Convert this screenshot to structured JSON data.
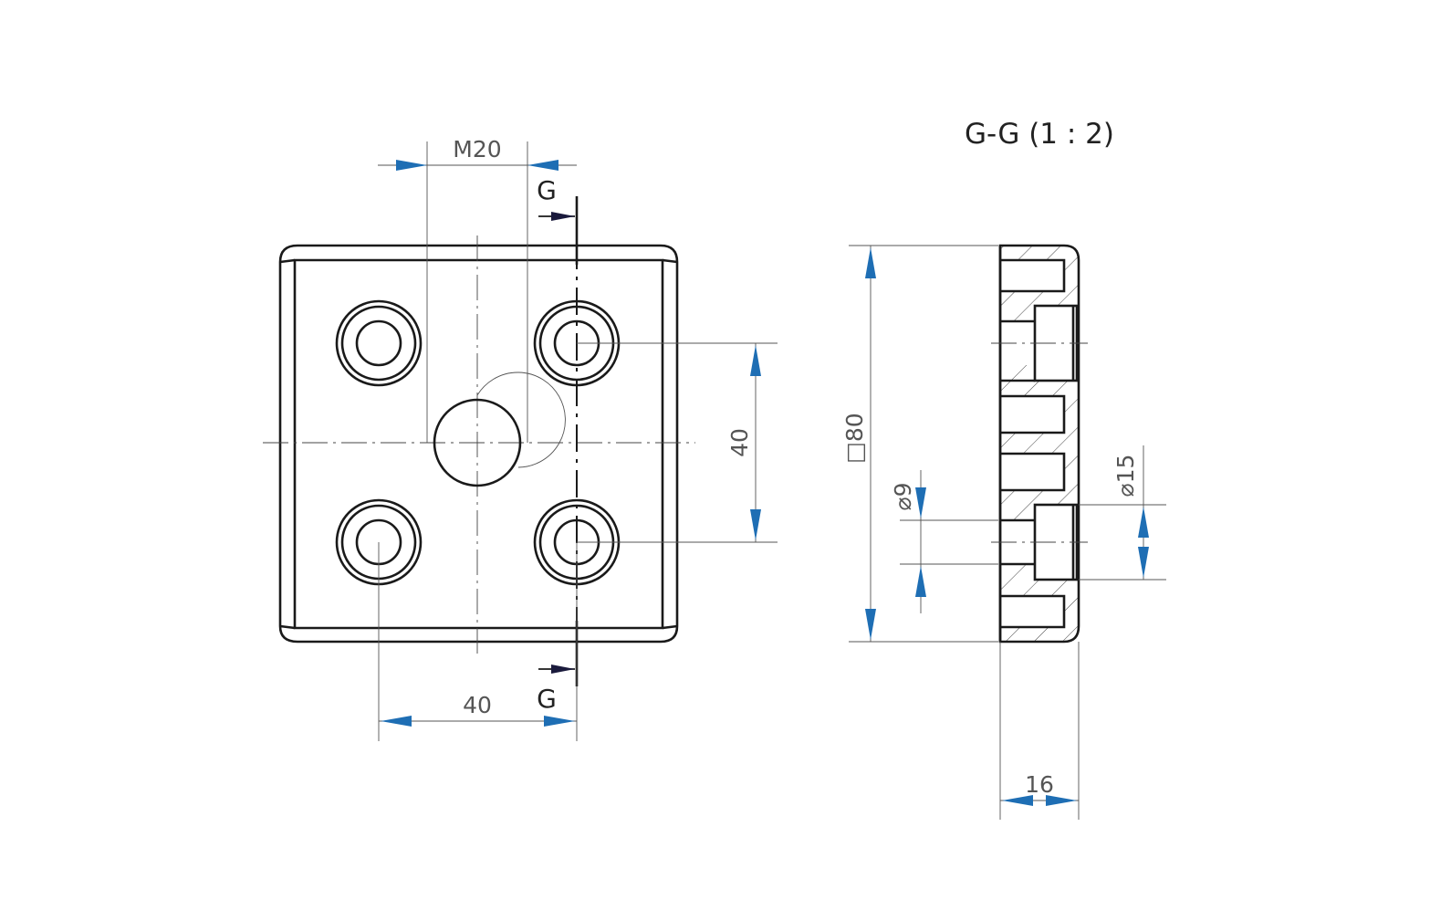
{
  "view_title": "G-G (1 : 2)",
  "section_label_top": "G",
  "section_label_bottom": "G",
  "dimensions": {
    "thread": "M20",
    "hole_spacing_vertical": "40",
    "hole_spacing_horizontal": "40",
    "square_size": "□80",
    "bore_diameter": "⌀9",
    "counterbore_diameter": "⌀15",
    "thickness": "16"
  },
  "colors": {
    "dimension_arrow": "#1e6eb4",
    "object_line": "#1a1a1a"
  }
}
